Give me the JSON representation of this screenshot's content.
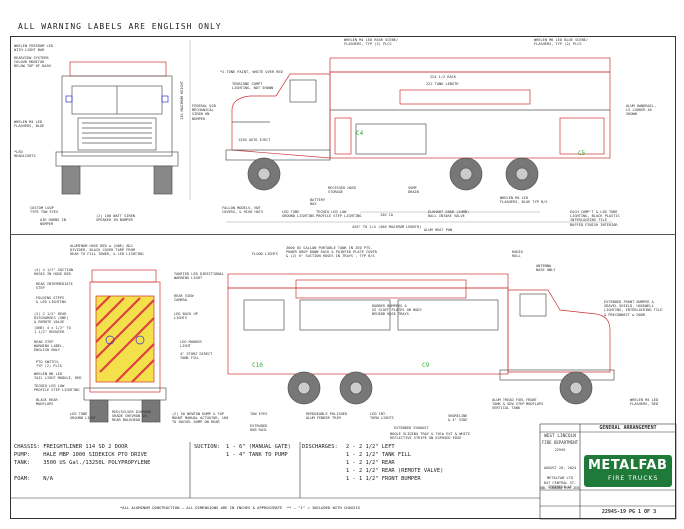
{
  "header": {
    "title": "ALL WARNING LABELS ARE ENGLISH ONLY"
  },
  "specs": {
    "chassis": "CHASSIS: FREIGHTLINER 114 SD 2 DOOR",
    "pump": "PUMP:    HALE MBP 1000 SIDEKICK PTO DRIVE",
    "tank": "TANK:    3500 US Gal./13250L POLYPROPYLENE",
    "foam": "FOAM:    N/A"
  },
  "suction": {
    "label": "SUCTION:",
    "lines": [
      "1 - 6\" (MANUAL GATE)",
      "1 - 4\" TANK TO PUMP"
    ]
  },
  "discharges": {
    "label": "DISCHARGES:",
    "lines": [
      "2 - 2 1/2\" LEFT",
      "1 - 2 1/2\" TANK FILL",
      "1 - 2 1/2\" REAR",
      "1 - 2 1/2\" REAR (REMOTE VALVE)",
      "1 - 1 1/2\" FRONT BUMPER"
    ]
  },
  "title_block": {
    "customer": "WEST LINCOLN",
    "customer2": "FIRE DEPARTMENT",
    "job": "22945",
    "date": "AUGUST 20, 2024",
    "company": "METALFAB LTD",
    "address": "847 CENTRAL ST. CENTREVILLE",
    "address2": "NB. CANADA E7K 2E8",
    "section": "GENERAL ARRANGEMENT",
    "drawing_no": "22945-19 PG 1 OF 3"
  },
  "logo": {
    "word": "METALFAB",
    "sub": "FIRE TRUCKS"
  },
  "footer_note": "*ALL ALUMINUM CONSTRUCTION — ALL DIMENSIONS ARE IN INCHES & APPROXIMATE  ** — \"I\" = INCLUDED WITH CHASSIS",
  "labels_top": [
    "WHELEN FREEDOM LED\nWITH LIGHT BAR",
    "REARVIEW SYSTEMS\nCOLOUR MONITOR\nBELOW TOP OF DASH",
    "WHELEN M4 LED\nFLASHERS, BLUE",
    "*LED\nHEADLIGHTS",
    "CUSTOM LOOP\nTYPE TOW EYES",
    "AIR HORNS IN\nBUMPER",
    "(2) 100 WATT SIREN\nSPEAKER IN BUMPER",
    "FALLON MODELS, NUT\nCOVERS, & HIGH HATS",
    "LED TUBE\nGROUND LIGHTING",
    "TECNIQ LED LOW\nPROFILE STEP LIGHTING",
    "BATTERY\nBOX",
    "RECESSED HOSE\nSTORAGE",
    "SUMP\nDRAIN",
    "ELKHART 2860 (JUMB)\nBALL INTAKE VALVE",
    "WHELEN M4 LED\nFLASHERS, BLUE TYP B/S",
    "EACH COMP'T & LED TUBE\nLIGHTING, BLACK PLASTIC\nINTERLOCKING TILE\nBUFFED FINISH INTERIOR",
    "WHELEN M4 LED REAR SCENE/\nFLASHERS, TYP (2) PLCS",
    "WHELEN M6 LED BLUE SCENE/\nFLASHERS, TYP (2) PLCS",
    "ALUM HANDRAIL,\nLS LOOKER AS\nSHOWN",
    "TENSIONE COMPT\nLIGHTING, NOT SHOWN",
    "*2-TONE PAINT, WHITE OVER RED",
    "FEDERAL Q2B\nMECHANICAL\nSIREN ON\nBUMPER",
    "1250 AUTO EJECT",
    "ALUM HEAT PAN"
  ],
  "labels_bottom": [
    "ALUMINUM HOSE BED w (ONE) ADJ\nDIVIDER, BLACK COVER TARP FROM\nREAR TO FILL TOWER, & LED LIGHTING",
    "(4) 4 1/2\" SUCTION\nHOSES IN HOSE BED",
    "REAR INTERMEDIATE\nSTEP",
    "FOLDING STEPS\n& LED LIGHTING",
    "(2) 2 1/2\" REAR\nDISCHARGES (ONE)\n& REMOTE VALVE",
    "(ONE) 4 x 1/2\" TO\n1 1/2\" REDUCER",
    "REAR STEP\nWARNING LABEL,\nENGLISH ONLY",
    "PTO SWITCH,\nTYP (2) PLCS",
    "WHELEN M6 LED\nTAIL LIGHT MODULE, RED",
    "TECNIQ LED LOW\nPROFILE STEP LIGHTING",
    "BLACK REAR\nMUDFLAPS",
    "LED TUBE\nGROUND LIGHT",
    "RED/SILVER DIAMOND\nGRADE CHEVRON ON\nREAR BULKHEAD",
    "(2) 50 NEWTON DUMP & TOP\nMOUNT MANUAL ACTUATOR, 180\nTO SWIVEL DUMP ON REAR",
    "TOW EYES",
    "EXTRUDED\nRUB RAIL",
    "REMOVEABLE POLISHED\nALUM FENDER TRIM",
    "LED INT.\nTURN LIGHTS",
    "EXTENDED EXHAUST",
    "SHORELINE\n& 4\" SIDE",
    "BOOLE SLIDING TRAY & 70lb EXT & WHITE\nREFLECTIVE STRIPE ON EXPOSED EDGE",
    "ALUM TREAD FUEL\nTANK & SEW STEP\nVERTICAL TANK",
    "FRONT\nMUDFLAPS",
    "WHELEN M4 LED\nFLASHERS, RED",
    "EXTENDED FRONT BUMPER &\nGRAVEL SHIELD, HOSEWELL\nLIGHTING, INTERLOCKING TILE\n& PRECONNECT w DOOR",
    "ANTENNA\nBASE ONLY",
    "RADIO\nROLL",
    "3000 US GALLON PORTABLE TANK IN ZED PTS.\nPOWER DROP DOWN RACK & PAINTED PLATE COVER\n& (2) 6\" SUCTION HOSES IN TRAYS , TYP B/S",
    "FLOOD LIGHTS",
    "TANFIED LED DIRECTIONAL\nWARNING LIGHT",
    "REAR VIEW\nCAMERA",
    "LED BACK UP\nLIGHTS",
    "RUBBER BUMPERS &\nSS SCUFF PLATES ON BODY\nBEHIND HOSE TRAYS",
    "LED MARKER\nLIGHT",
    "4\" STORZ DIRECT\nTANK FILL"
  ],
  "dims": {
    "overall": "420\" TO 1/4 (408 MAXIMUM LENGTH)",
    "body": "224 1/2 RACK",
    "tank_len": "222 TANK LENGTH",
    "height": "130 MAXIMUM HEIGHT",
    "wheelbase": "150 CA"
  },
  "compartments": {
    "c4": "C4",
    "c5": "C5",
    "c9": "C9",
    "c10": "C10"
  }
}
